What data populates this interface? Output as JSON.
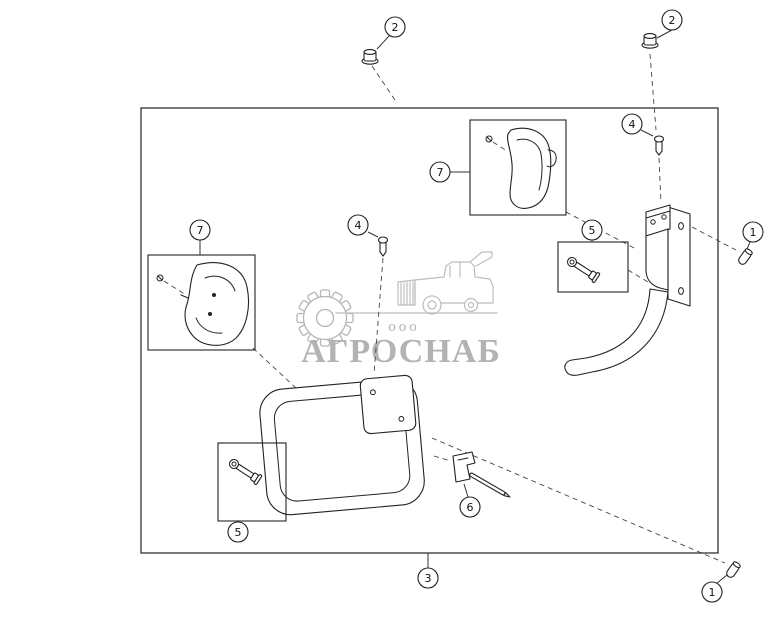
{
  "watermark": {
    "prefix": "ооо",
    "name": "АГРОСНАБ"
  },
  "callouts": {
    "nut_top_left": "2",
    "nut_top_right": "2",
    "pin_right": "4",
    "pin_center": "4",
    "clip_right": "1",
    "clip_bottom_right": "1",
    "cover_top": "7",
    "cover_left": "7",
    "screw_right": "5",
    "screw_bottom": "5",
    "latch": "6",
    "frame": "3"
  }
}
